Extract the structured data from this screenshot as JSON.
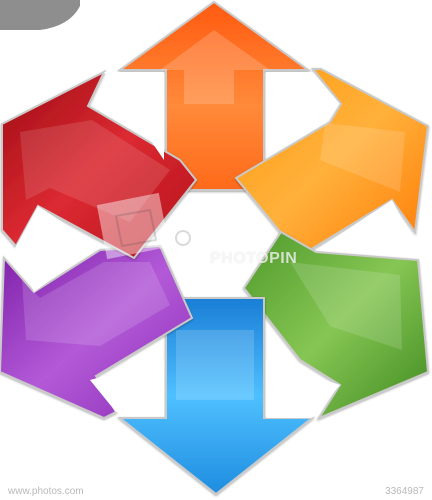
{
  "watermark": {
    "text": "PHOTOPIN",
    "site": "© Photos.com"
  },
  "footer": {
    "credit": "www.photos.com",
    "image_id": "3364987"
  },
  "arrows": [
    {
      "name": "up-arrow",
      "direction": "up",
      "color": "#ff6a1a",
      "light": "#ffa24d"
    },
    {
      "name": "upper-right-arrow",
      "direction": "upper-right",
      "color": "#ff8a12",
      "light": "#ffc061"
    },
    {
      "name": "lower-right-arrow",
      "direction": "lower-right",
      "color": "#6aae3a",
      "light": "#9fd46e"
    },
    {
      "name": "down-arrow",
      "direction": "down",
      "color": "#2b9ae6",
      "light": "#7fd0ff"
    },
    {
      "name": "lower-left-arrow",
      "direction": "lower-left",
      "color": "#9b3bbf",
      "light": "#cf82e8"
    },
    {
      "name": "upper-left-arrow",
      "direction": "upper-left",
      "color": "#c8141e",
      "light": "#ef5058"
    }
  ]
}
